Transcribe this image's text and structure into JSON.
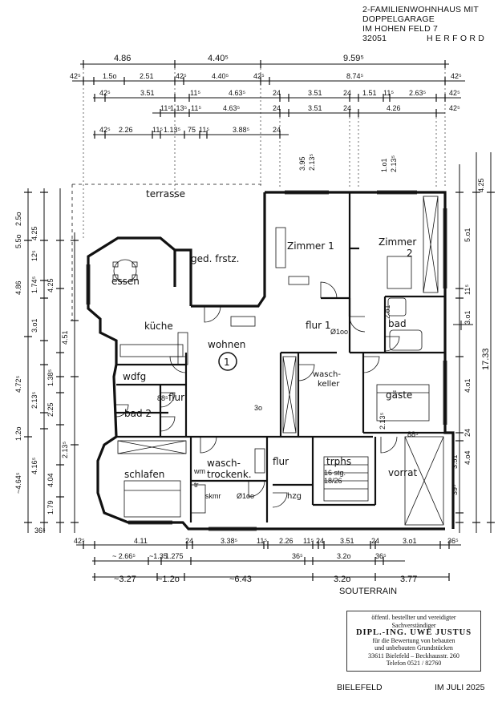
{
  "header": {
    "line1": "2-FAMILIENWOHNHAUS MIT",
    "line2": "DOPPELGARAGE",
    "line3": "IM HOHEN FELD 7",
    "zip": "32051",
    "city": "H E R F O R D"
  },
  "rooms": {
    "terrasse": "terrasse",
    "essen": "essen",
    "ged_frstz": "ged. frstz.",
    "zimmer1": "Zimmer 1",
    "zimmer2": "Zimmer",
    "zimmer2_num": "2",
    "kueche": "küche",
    "wohnen": "wohnen",
    "wohnen_num": "1",
    "flur1": "flur 1",
    "bad": "bad",
    "waschkeller_1": "wasch-",
    "waschkeller_2": "keller",
    "wdfg": "wdfg",
    "flur": "flur",
    "gaeste": "gäste",
    "bad2": "bad 2",
    "schlafen": "schlafen",
    "waschtrockenk_1": "wasch-",
    "waschtrockenk_2": "trockenk.",
    "flur_lower": "flur",
    "trphs": "trphs",
    "vorrat": "vorrat",
    "hzg": "hzg",
    "stg": "16 stg.",
    "stg2": "18/26"
  },
  "dims_top": {
    "r1": [
      "4.86",
      "4.40⁵",
      "9.59⁵"
    ],
    "r2": [
      "42⁵",
      "1.5o",
      "2.51",
      "42⁵",
      "4.40⁵",
      "42⁵",
      "8.74⁵",
      "42⁵"
    ],
    "r3": [
      "42⁵",
      "3.51",
      "11⁵",
      "4.63⁵",
      "24",
      "3.51",
      "24",
      "1.51",
      "11⁵",
      "2.63⁵",
      "42⁵"
    ],
    "r4": [
      "11⁵",
      "1.13⁵",
      "11⁵",
      "4.63⁵",
      "24",
      "3.51",
      "24",
      "4.26",
      "42⁵"
    ],
    "r5": [
      "42⁵",
      "2.26",
      "11⁵",
      "1.13⁵",
      "75",
      "11⁵",
      "3.88⁵",
      "24"
    ]
  },
  "dims_bottom": {
    "r1": [
      "42⁵",
      "4.11",
      "24",
      "3.38⁵",
      "11⁵",
      "2.26",
      "11⁵",
      "24",
      "3.51",
      "24",
      "3.o1",
      "36⁵"
    ],
    "r2": [
      "~ 2.66⁵",
      "~1.35",
      "1.275",
      "36⁵",
      "3.2o",
      "36⁵"
    ],
    "r3": [
      "~3.27",
      "~1.2o",
      "~6.43",
      "3.2o",
      "3.77"
    ]
  },
  "dims_left": [
    "2.5o",
    "4.25",
    "5.5o",
    "12⁵",
    "4.86",
    "1.74⁵",
    "4.25",
    "3.o1",
    "4.51",
    "1.38⁵",
    "4.72⁵",
    "2.13⁵",
    "2.25",
    "1.2o",
    "4.16⁵",
    "2.13⁵",
    "4.04",
    "1.79",
    "~4.64⁵",
    "36⁵"
  ],
  "dims_right": [
    "4.25",
    "5.o1",
    "11⁵",
    "3.o1",
    "17.33",
    "4.o1",
    "24",
    "3.51",
    "4.o4",
    "39⁵"
  ],
  "misc_labels": {
    "souterrain": "SOUTERRAIN",
    "bielefeld": "BIELEFELD",
    "date": "IM JULI 2025",
    "d1": "3.95",
    "d2": "2.13⁵",
    "d3": "1.o1",
    "d4": "2.13⁵",
    "d5": "Ø1oo",
    "d6": "88⁵",
    "d7": "2.o1",
    "d8": "88⁵",
    "d9": "2.13⁵",
    "d10": "Ø1oo",
    "wm": "wm",
    "tr": "tr",
    "skmr": "skmr",
    "kamin": "3o"
  },
  "stamp": {
    "l1": "öffentl. bestellter und vereidigter",
    "l2": "Sachverständiger",
    "l3": "DIPL.-ING. UWE JUSTUS",
    "l4": "für die Bewertung von bebauten",
    "l5": "und unbebauten Grundstücken",
    "l6": "33611 Bielefeld – Beckhausstr. 260",
    "l7": "Telefon 0521 / 82760"
  }
}
